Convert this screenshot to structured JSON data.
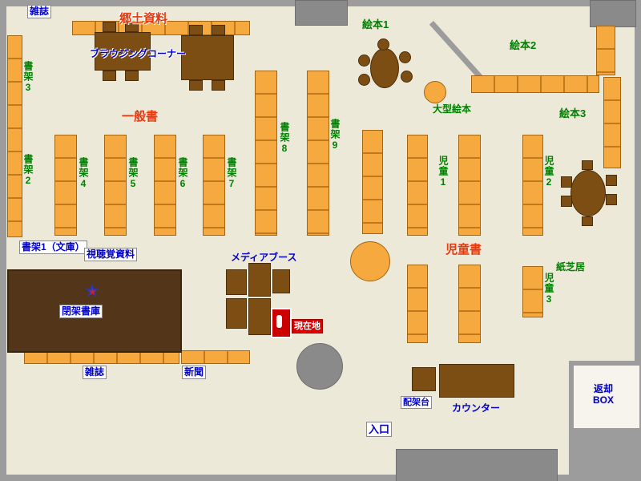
{
  "colors": {
    "floor": "#ECE9D8",
    "wall_gray": "#9C9C9C",
    "pillar_gray": "#8A8A8A",
    "shelf_orange": "#F6A93E",
    "shelf_border": "#A3650F",
    "furniture_brown": "#7D4E14",
    "closed_stacks_brown": "#53361A",
    "label_blue": "#0000CC",
    "shelf_label_green": "#008000",
    "category_red": "#E8380D",
    "current_location_red": "#DD0000"
  },
  "icons": {
    "location_star": "★"
  },
  "labels": {
    "magazines_top": "雑誌",
    "local_materials": "郷土資料",
    "browsing_corner": "ブラウジングコーナー",
    "general_books": "一般書",
    "shelf2": "書架2",
    "shelf3": "書架3",
    "shelf4": "書架4",
    "shelf5": "書架5",
    "shelf6": "書架6",
    "shelf7": "書架7",
    "shelf8": "書架8",
    "shelf9": "書架9",
    "shelf1_bunko": "書架1（文庫）",
    "av_materials": "視聴覚資料",
    "picture_books1": "絵本1",
    "picture_books2": "絵本2",
    "picture_books3": "絵本3",
    "large_picture_books": "大型絵本",
    "children1": "児童1",
    "children2": "児童2",
    "children3": "児童3",
    "children_books": "児童書",
    "kamishibai": "紙芝居",
    "media_booth": "メディアブース",
    "closed_stacks": "閉架書庫",
    "current_location": "現在地",
    "magazines_bottom": "雑誌",
    "newspapers": "新聞",
    "shelving_stand": "配架台",
    "counter": "カウンター",
    "return_line1": "返却",
    "return_line2": "BOX",
    "entrance": "入口"
  }
}
